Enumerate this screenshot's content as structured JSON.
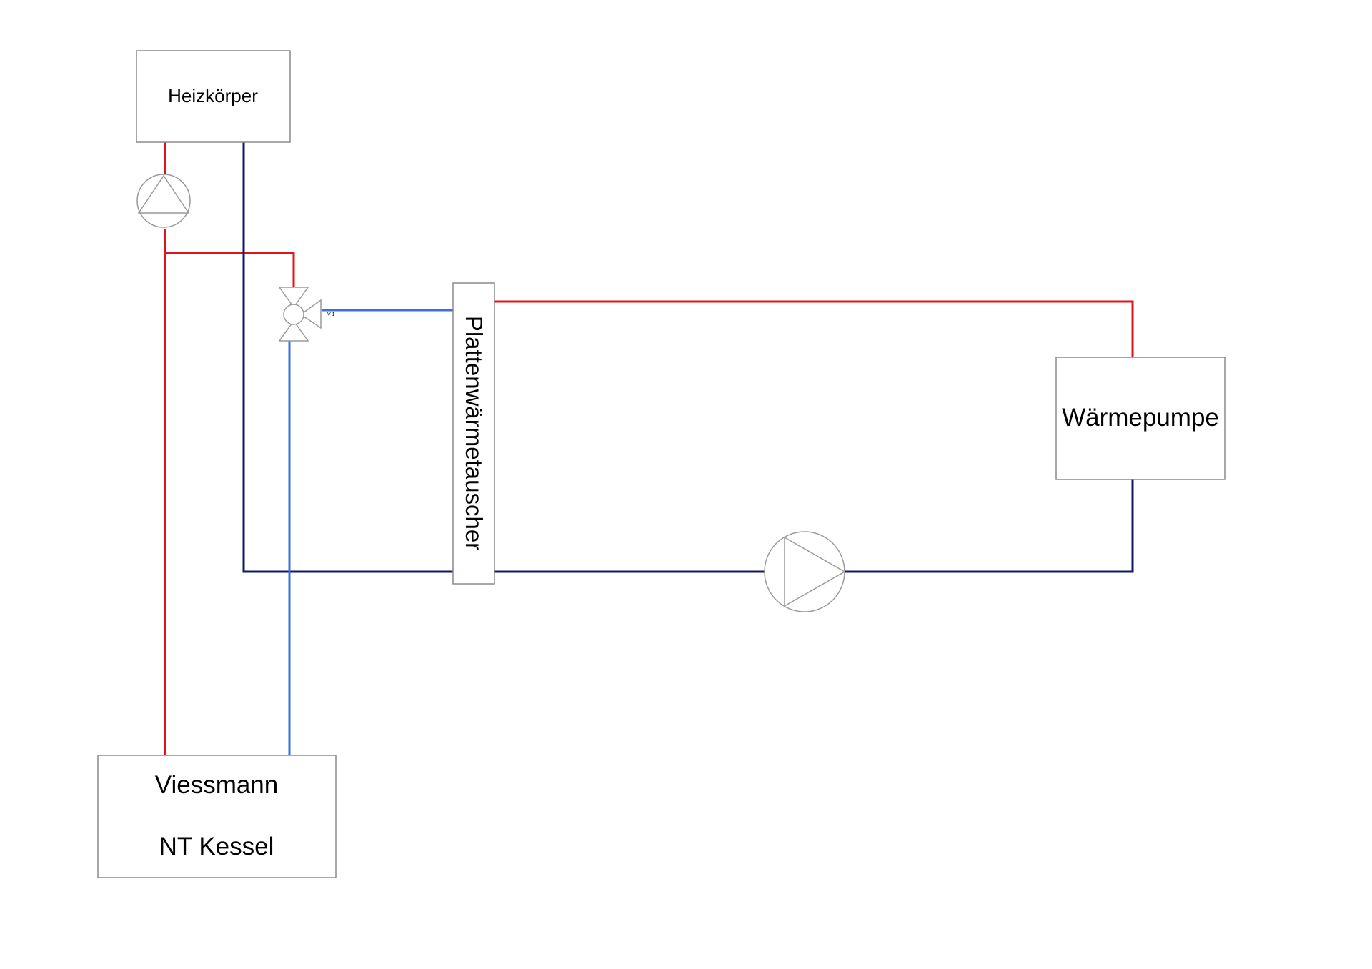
{
  "labels": {
    "radiator": "Heizkörper",
    "heat_pump": "Wärmepumpe",
    "plate_exchanger": "Plattenwärmetauscher",
    "boiler_line1": "Viessmann",
    "boiler_line2": "NT Kessel",
    "valve_tag": "V-1"
  },
  "colors": {
    "supply": "#e0141b",
    "return_dark": "#0c1a66",
    "return_light": "#3a6fe0",
    "outline": "#8a8a8a",
    "symbol": "#9a9a9a"
  }
}
